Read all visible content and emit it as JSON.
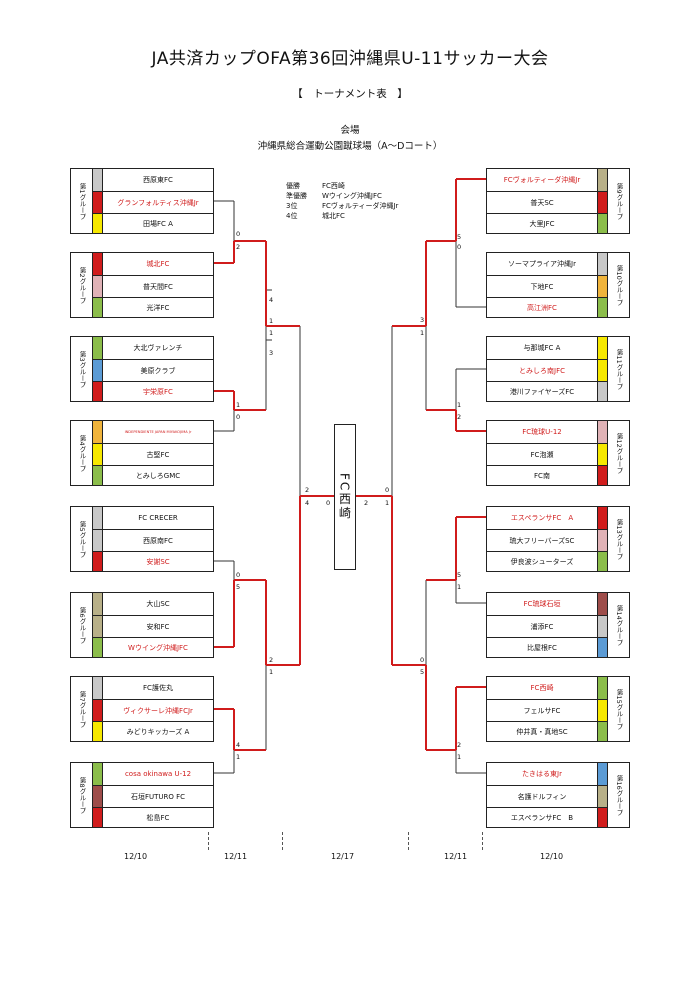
{
  "title": "JA共済カップOFA第36回沖縄県U-11サッカー大会",
  "subtitle": "【　トーナメント表　】",
  "venue": {
    "label": "会場",
    "name": "沖縄県総合運動公園蹴球場（A～Dコート）"
  },
  "results": [
    {
      "rank": "優勝",
      "team": "FC西崎"
    },
    {
      "rank": "準優勝",
      "team": "Wウイング沖縄JFC"
    },
    {
      "rank": "3位",
      "team": "FCヴォルティーダ沖縄Jr"
    },
    {
      "rank": "4位",
      "team": "城北FC"
    }
  ],
  "champion": "FC西崎",
  "dates": {
    "d1": "12/10",
    "d2": "12/11",
    "d3": "12/17"
  },
  "colors": {
    "red": "#d01c1c",
    "yellow": "#f6e800",
    "green": "#8bbd4a",
    "blue": "#5b9bd5",
    "gray": "#c8c8c8",
    "pink": "#e0b2b6",
    "khaki": "#b8b088",
    "brown": "#9e4d4a",
    "orange": "#f0b43c"
  },
  "groups": [
    {
      "side": "left",
      "label": "第1グループ",
      "teams": [
        {
          "name": "西原東FC",
          "color": "#c8c8c8",
          "win": false
        },
        {
          "name": "グランフォルティス沖縄Jr",
          "color": "#d01c1c",
          "win": true
        },
        {
          "name": "田場FC A",
          "color": "#f6e800",
          "win": false
        }
      ]
    },
    {
      "side": "left",
      "label": "第2グループ",
      "teams": [
        {
          "name": "城北FC",
          "color": "#d01c1c",
          "win": true
        },
        {
          "name": "普天間FC",
          "color": "#e0b2b6",
          "win": false
        },
        {
          "name": "光洋FC",
          "color": "#8bbd4a",
          "win": false
        }
      ]
    },
    {
      "side": "left",
      "label": "第3グループ",
      "teams": [
        {
          "name": "大北ヴァレンチ",
          "color": "#8bbd4a",
          "win": false
        },
        {
          "name": "美原クラブ",
          "color": "#5b9bd5",
          "win": false
        },
        {
          "name": "宇栄原FC",
          "color": "#d01c1c",
          "win": true
        }
      ]
    },
    {
      "side": "left",
      "label": "第4グループ",
      "teams": [
        {
          "name": "INDEPENDIENTE JAPAN MIYAKOJIMA Jr",
          "color": "#f0b43c",
          "win": true,
          "tiny": true
        },
        {
          "name": "古堅FC",
          "color": "#f6e800",
          "win": false
        },
        {
          "name": "とみしろGMC",
          "color": "#8bbd4a",
          "win": false
        }
      ]
    },
    {
      "side": "left",
      "label": "第5グループ",
      "teams": [
        {
          "name": "FC CRECER",
          "color": "#c8c8c8",
          "win": false
        },
        {
          "name": "西原南FC",
          "color": "#c8c8c8",
          "win": false
        },
        {
          "name": "安謝SC",
          "color": "#d01c1c",
          "win": true
        }
      ]
    },
    {
      "side": "left",
      "label": "第6グループ",
      "teams": [
        {
          "name": "大山SC",
          "color": "#b8b088",
          "win": false
        },
        {
          "name": "安和FC",
          "color": "#b8b088",
          "win": false
        },
        {
          "name": "Wウイング沖縄JFC",
          "color": "#8bbd4a",
          "win": true
        }
      ]
    },
    {
      "side": "left",
      "label": "第7グループ",
      "teams": [
        {
          "name": "FC護佐丸",
          "color": "#c8c8c8",
          "win": false
        },
        {
          "name": "ヴィクサーレ沖縄FCJr",
          "color": "#d01c1c",
          "win": true
        },
        {
          "name": "みどりキッカーズ A",
          "color": "#f6e800",
          "win": false
        }
      ]
    },
    {
      "side": "left",
      "label": "第8グループ",
      "teams": [
        {
          "name": "cosa okinawa U-12",
          "color": "#8bbd4a",
          "win": true
        },
        {
          "name": "石垣FUTURO FC",
          "color": "#9e4d4a",
          "win": false
        },
        {
          "name": "松島FC",
          "color": "#d01c1c",
          "win": false
        }
      ]
    },
    {
      "side": "right",
      "label": "第9グループ",
      "teams": [
        {
          "name": "FCヴォルティーダ沖縄Jr",
          "color": "#b8b088",
          "win": true
        },
        {
          "name": "普天SC",
          "color": "#d01c1c",
          "win": false
        },
        {
          "name": "大里JFC",
          "color": "#8bbd4a",
          "win": false
        }
      ]
    },
    {
      "side": "right",
      "label": "第10グループ",
      "teams": [
        {
          "name": "ソーマプライア沖縄Jr",
          "color": "#c8c8c8",
          "win": false
        },
        {
          "name": "下地FC",
          "color": "#f0b43c",
          "win": false
        },
        {
          "name": "高江洲FC",
          "color": "#8bbd4a",
          "win": true
        }
      ]
    },
    {
      "side": "right",
      "label": "第11グループ",
      "teams": [
        {
          "name": "与那城FC A",
          "color": "#f6e800",
          "win": false
        },
        {
          "name": "とみしろ南JFC",
          "color": "#f6e800",
          "win": true
        },
        {
          "name": "港川ファイヤーズFC",
          "color": "#c8c8c8",
          "win": false
        }
      ]
    },
    {
      "side": "right",
      "label": "第12グループ",
      "teams": [
        {
          "name": "FC琉球U-12",
          "color": "#e0b2b6",
          "win": true
        },
        {
          "name": "FC泡瀬",
          "color": "#f6e800",
          "win": false
        },
        {
          "name": "FC南",
          "color": "#d01c1c",
          "win": false
        }
      ]
    },
    {
      "side": "right",
      "label": "第13グループ",
      "teams": [
        {
          "name": "エスペランサFC　A",
          "color": "#d01c1c",
          "win": true
        },
        {
          "name": "琉大フリーバーズSC",
          "color": "#e0b2b6",
          "win": false
        },
        {
          "name": "伊良波シューターズ",
          "color": "#8bbd4a",
          "win": false
        }
      ]
    },
    {
      "side": "right",
      "label": "第14グループ",
      "teams": [
        {
          "name": "FC琉球石垣",
          "color": "#9e4d4a",
          "win": true
        },
        {
          "name": "浦添FC",
          "color": "#c8c8c8",
          "win": false
        },
        {
          "name": "比屋根FC",
          "color": "#5b9bd5",
          "win": false
        }
      ]
    },
    {
      "side": "right",
      "label": "第15グループ",
      "teams": [
        {
          "name": "FC西崎",
          "color": "#8bbd4a",
          "win": true
        },
        {
          "name": "フェルサFC",
          "color": "#f6e800",
          "win": false
        },
        {
          "name": "仲井真・真地SC",
          "color": "#8bbd4a",
          "win": false
        }
      ]
    },
    {
      "side": "right",
      "label": "第16グループ",
      "teams": [
        {
          "name": "たきはる東Jr",
          "color": "#5b9bd5",
          "win": true
        },
        {
          "name": "名護ドルフィン",
          "color": "#b8b088",
          "win": false
        },
        {
          "name": "エスペランサFC　B",
          "color": "#d01c1c",
          "win": false
        }
      ]
    }
  ],
  "scores": {
    "r1_1": [
      "0",
      "2"
    ],
    "r1_2": [
      "1",
      "0"
    ],
    "r1_3": [
      "0",
      "5"
    ],
    "r1_4": [
      "4",
      "1"
    ],
    "r1_5": [
      "5",
      "0"
    ],
    "r1_6": [
      "1",
      "2"
    ],
    "r1_7": [
      "5",
      "1"
    ],
    "r1_8": [
      "2",
      "1"
    ],
    "qf_L1": [
      "4",
      "1"
    ],
    "qf_L2": [
      "1",
      "3"
    ],
    "qf_L3": [
      "2",
      "1"
    ],
    "qf_R1": [
      "3",
      "1"
    ],
    "qf_R2": [
      "0",
      "5"
    ],
    "sf_L": [
      "2",
      "4"
    ],
    "sf_R": [
      "0",
      "1"
    ],
    "final": [
      "0",
      "2"
    ]
  }
}
